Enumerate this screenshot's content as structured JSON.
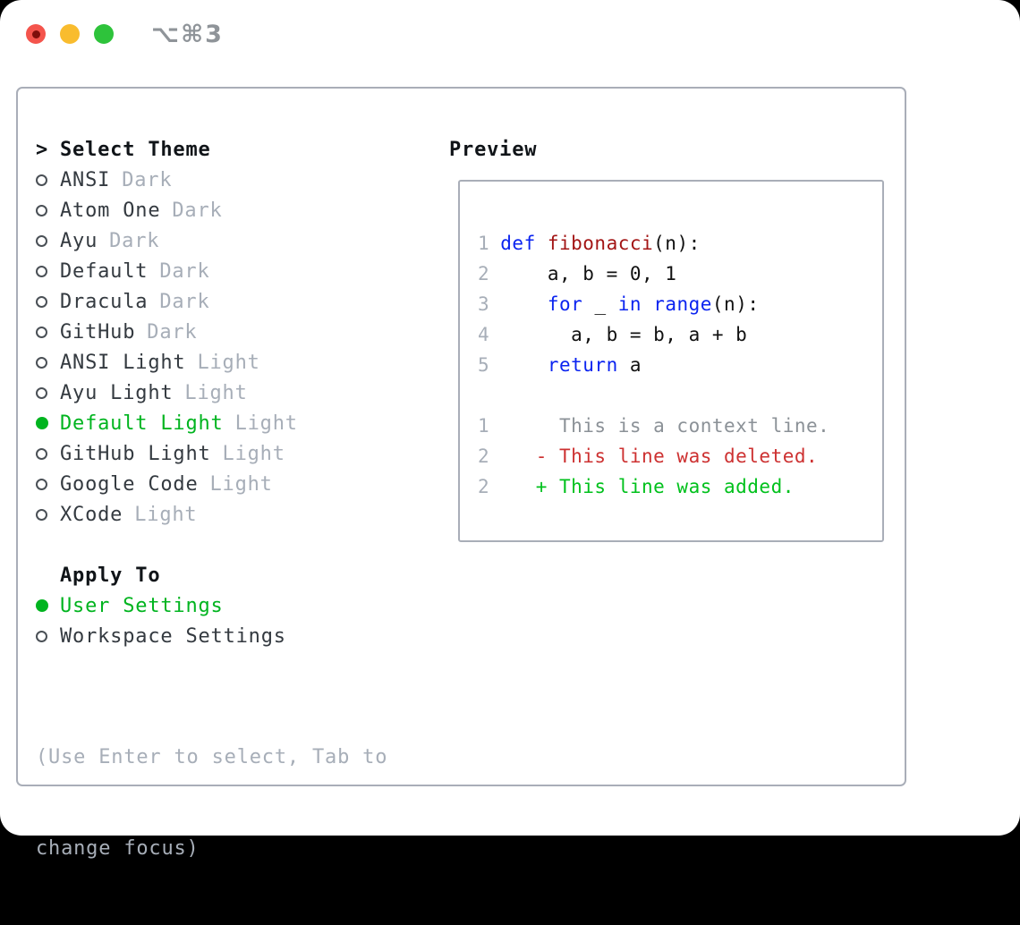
{
  "titlebar": {
    "shortcut": "⌥⌘3"
  },
  "picker": {
    "prompt": ">",
    "title": "Select Theme",
    "themes": [
      {
        "name": "ANSI",
        "variant": "Dark",
        "selected": false
      },
      {
        "name": "Atom One",
        "variant": "Dark",
        "selected": false
      },
      {
        "name": "Ayu",
        "variant": "Dark",
        "selected": false
      },
      {
        "name": "Default",
        "variant": "Dark",
        "selected": false
      },
      {
        "name": "Dracula",
        "variant": "Dark",
        "selected": false
      },
      {
        "name": "GitHub",
        "variant": "Dark",
        "selected": false
      },
      {
        "name": "ANSI Light",
        "variant": "Light",
        "selected": false
      },
      {
        "name": "Ayu Light",
        "variant": "Light",
        "selected": false
      },
      {
        "name": "Default Light",
        "variant": "Light",
        "selected": true
      },
      {
        "name": "GitHub Light",
        "variant": "Light",
        "selected": false
      },
      {
        "name": "Google Code",
        "variant": "Light",
        "selected": false
      },
      {
        "name": "XCode",
        "variant": "Light",
        "selected": false
      }
    ],
    "apply_to": {
      "title": "Apply To",
      "options": [
        {
          "label": "User Settings",
          "selected": true
        },
        {
          "label": "Workspace Settings",
          "selected": false
        }
      ]
    },
    "hint": [
      "(Use Enter to select, Tab to",
      "change focus)"
    ]
  },
  "preview": {
    "title": "Preview",
    "lines": [
      {
        "num": "1",
        "segments": [
          {
            "text": "def ",
            "style": "keyword"
          },
          {
            "text": "fibonacci",
            "style": "function"
          },
          {
            "text": "(n):",
            "style": "plain"
          }
        ]
      },
      {
        "num": "2",
        "segments": [
          {
            "text": "    a, b = 0, 1",
            "style": "plain"
          }
        ]
      },
      {
        "num": "3",
        "segments": [
          {
            "text": "    ",
            "style": "plain"
          },
          {
            "text": "for",
            "style": "keyword"
          },
          {
            "text": " _ ",
            "style": "plain"
          },
          {
            "text": "in",
            "style": "keyword"
          },
          {
            "text": " ",
            "style": "plain"
          },
          {
            "text": "range",
            "style": "keyword"
          },
          {
            "text": "(n):",
            "style": "plain"
          }
        ]
      },
      {
        "num": "4",
        "segments": [
          {
            "text": "      a, b = b, a + b",
            "style": "plain"
          }
        ]
      },
      {
        "num": "5",
        "segments": [
          {
            "text": "    ",
            "style": "plain"
          },
          {
            "text": "return",
            "style": "keyword"
          },
          {
            "text": " a",
            "style": "plain"
          }
        ]
      },
      {
        "num": "",
        "segments": []
      },
      {
        "num": "1",
        "segments": [
          {
            "text": "     This is a context line.",
            "style": "context"
          }
        ]
      },
      {
        "num": "2",
        "segments": [
          {
            "text": "   - This line was deleted.",
            "style": "deleted"
          }
        ]
      },
      {
        "num": "2",
        "segments": [
          {
            "text": "   + This line was added.",
            "style": "added"
          }
        ]
      }
    ]
  },
  "colors": {
    "accent_green": "#00b41f",
    "added_green": "#00c11c",
    "deleted_red": "#cd3131",
    "keyword_blue": "#0b24f0",
    "function_red": "#a31515"
  }
}
